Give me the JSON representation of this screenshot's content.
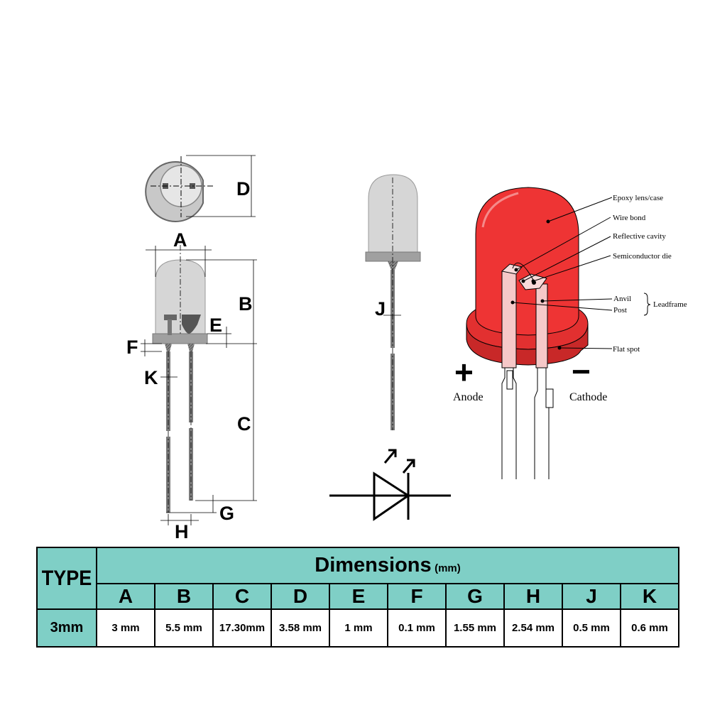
{
  "labels": {
    "A": "A",
    "B": "B",
    "C": "C",
    "D": "D",
    "E": "E",
    "F": "F",
    "G": "G",
    "H": "H",
    "J": "J",
    "K": "K"
  },
  "callouts": {
    "epoxy": "Epoxy lens/case",
    "wire_bond": "Wire bond",
    "reflective_cavity": "Reflective cavity",
    "semiconductor_die": "Semiconductor die",
    "anvil": "Anvil",
    "post": "Post",
    "leadframe": "Leadframe",
    "flat_spot": "Flat spot"
  },
  "polarity": {
    "plus": "+",
    "minus": "−",
    "anode": "Anode",
    "cathode": "Cathode"
  },
  "colors": {
    "led_red": "#ee3434",
    "teal": "#7fcfc6",
    "lens_grey": "#d8d8d8",
    "lead_grey": "#7a7a7a"
  },
  "table": {
    "type_header": "TYPE",
    "title": "Dimensions",
    "unit": "(mm)",
    "columns": [
      "A",
      "B",
      "C",
      "D",
      "E",
      "F",
      "G",
      "H",
      "J",
      "K"
    ],
    "row_label": "3mm",
    "values": [
      "3 mm",
      "5.5 mm",
      "17.30mm",
      "3.58 mm",
      "1 mm",
      "0.1 mm",
      "1.55 mm",
      "2.54 mm",
      "0.5 mm",
      "0.6 mm"
    ]
  }
}
